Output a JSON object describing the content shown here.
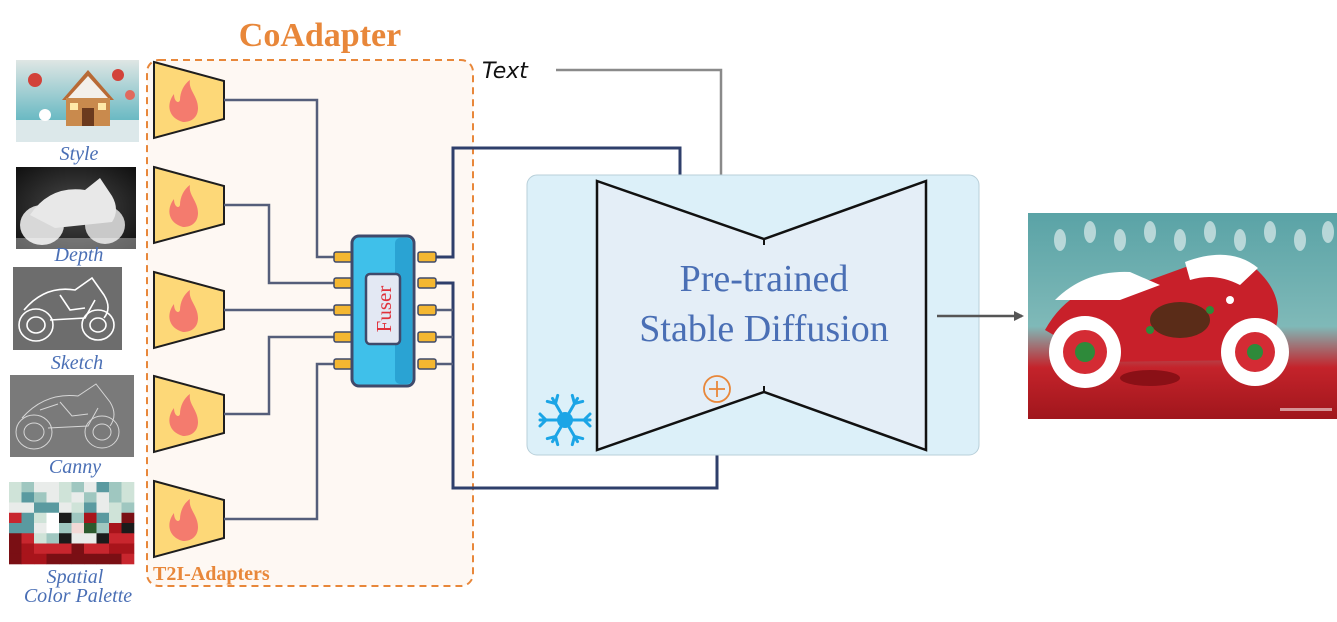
{
  "title": "CoAdapter",
  "adapter_group_label": "T2I-Adapters",
  "text_input_label": "Text",
  "fuser_label": "Fuser",
  "model_label_line1": "Pre-trained",
  "model_label_line2": "Stable Diffusion",
  "inputs": [
    {
      "label": "Style",
      "thumbnail": "gingerbread-house-photo"
    },
    {
      "label": "Depth",
      "thumbnail": "motorcycle-depth-map"
    },
    {
      "label": "Sketch",
      "thumbnail": "motorcycle-sketch"
    },
    {
      "label": "Canny",
      "thumbnail": "motorcycle-canny-edges"
    },
    {
      "label_line1": "Spatial",
      "label_line2": "Color Palette",
      "thumbnail": "pixelated-color-palette"
    }
  ],
  "adapter_icon": "flame-icon",
  "frozen_icon": "snowflake-icon",
  "add_icon": "circled-plus-icon",
  "output_image": "gingerbread-motorcycle-render",
  "colors": {
    "title_orange": "#e8873a",
    "label_blue": "#4a6fb5",
    "adapter_fill": "#fdd878",
    "flame": "#f47b6e",
    "fuser_body": "#3fc0ea",
    "model_panel": "#dcf0f9",
    "model_shape": "#e4eef7",
    "arrow_dark": "#2f3f6b",
    "arrow_gray": "#8a8a8a"
  }
}
